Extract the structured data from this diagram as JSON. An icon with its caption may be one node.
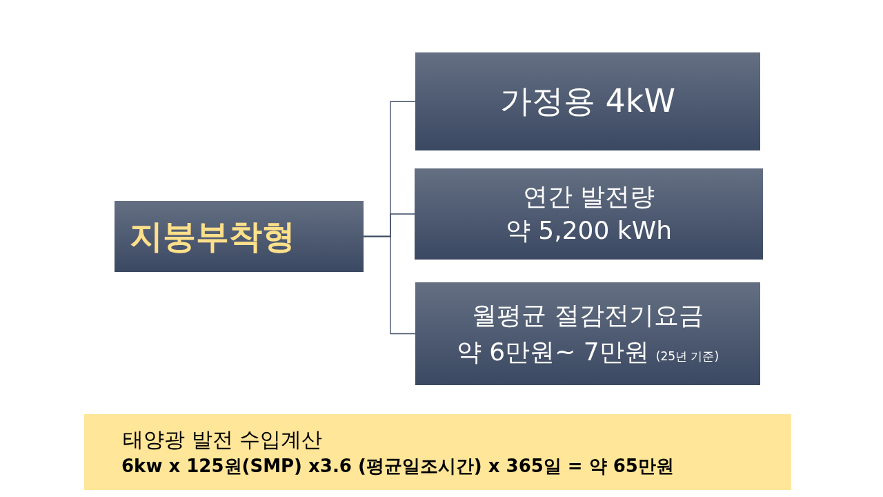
{
  "diagram": {
    "nodes": [
      {
        "text": [
          "지붕부착형"
        ]
      },
      {
        "text": [
          "가정용 4kW"
        ]
      },
      {
        "text": [
          "연간 발전량",
          "약 5,200 kWh"
        ]
      },
      {
        "text": [
          "월평균 절감전기요금",
          "약 6만원~ 7만원",
          "(25년 기준)"
        ]
      },
      {
        "text": [
          "태양광 발전 수입계산",
          "6kw x 125원(SMP) x3.6 (평균일조시간) x 365일 = 약 65만원"
        ]
      }
    ],
    "edges": [
      {
        "from": 0,
        "to": 1,
        "arrow": "none"
      },
      {
        "from": 0,
        "to": 2,
        "arrow": "none"
      },
      {
        "from": 0,
        "to": 3,
        "arrow": "none"
      }
    ]
  }
}
